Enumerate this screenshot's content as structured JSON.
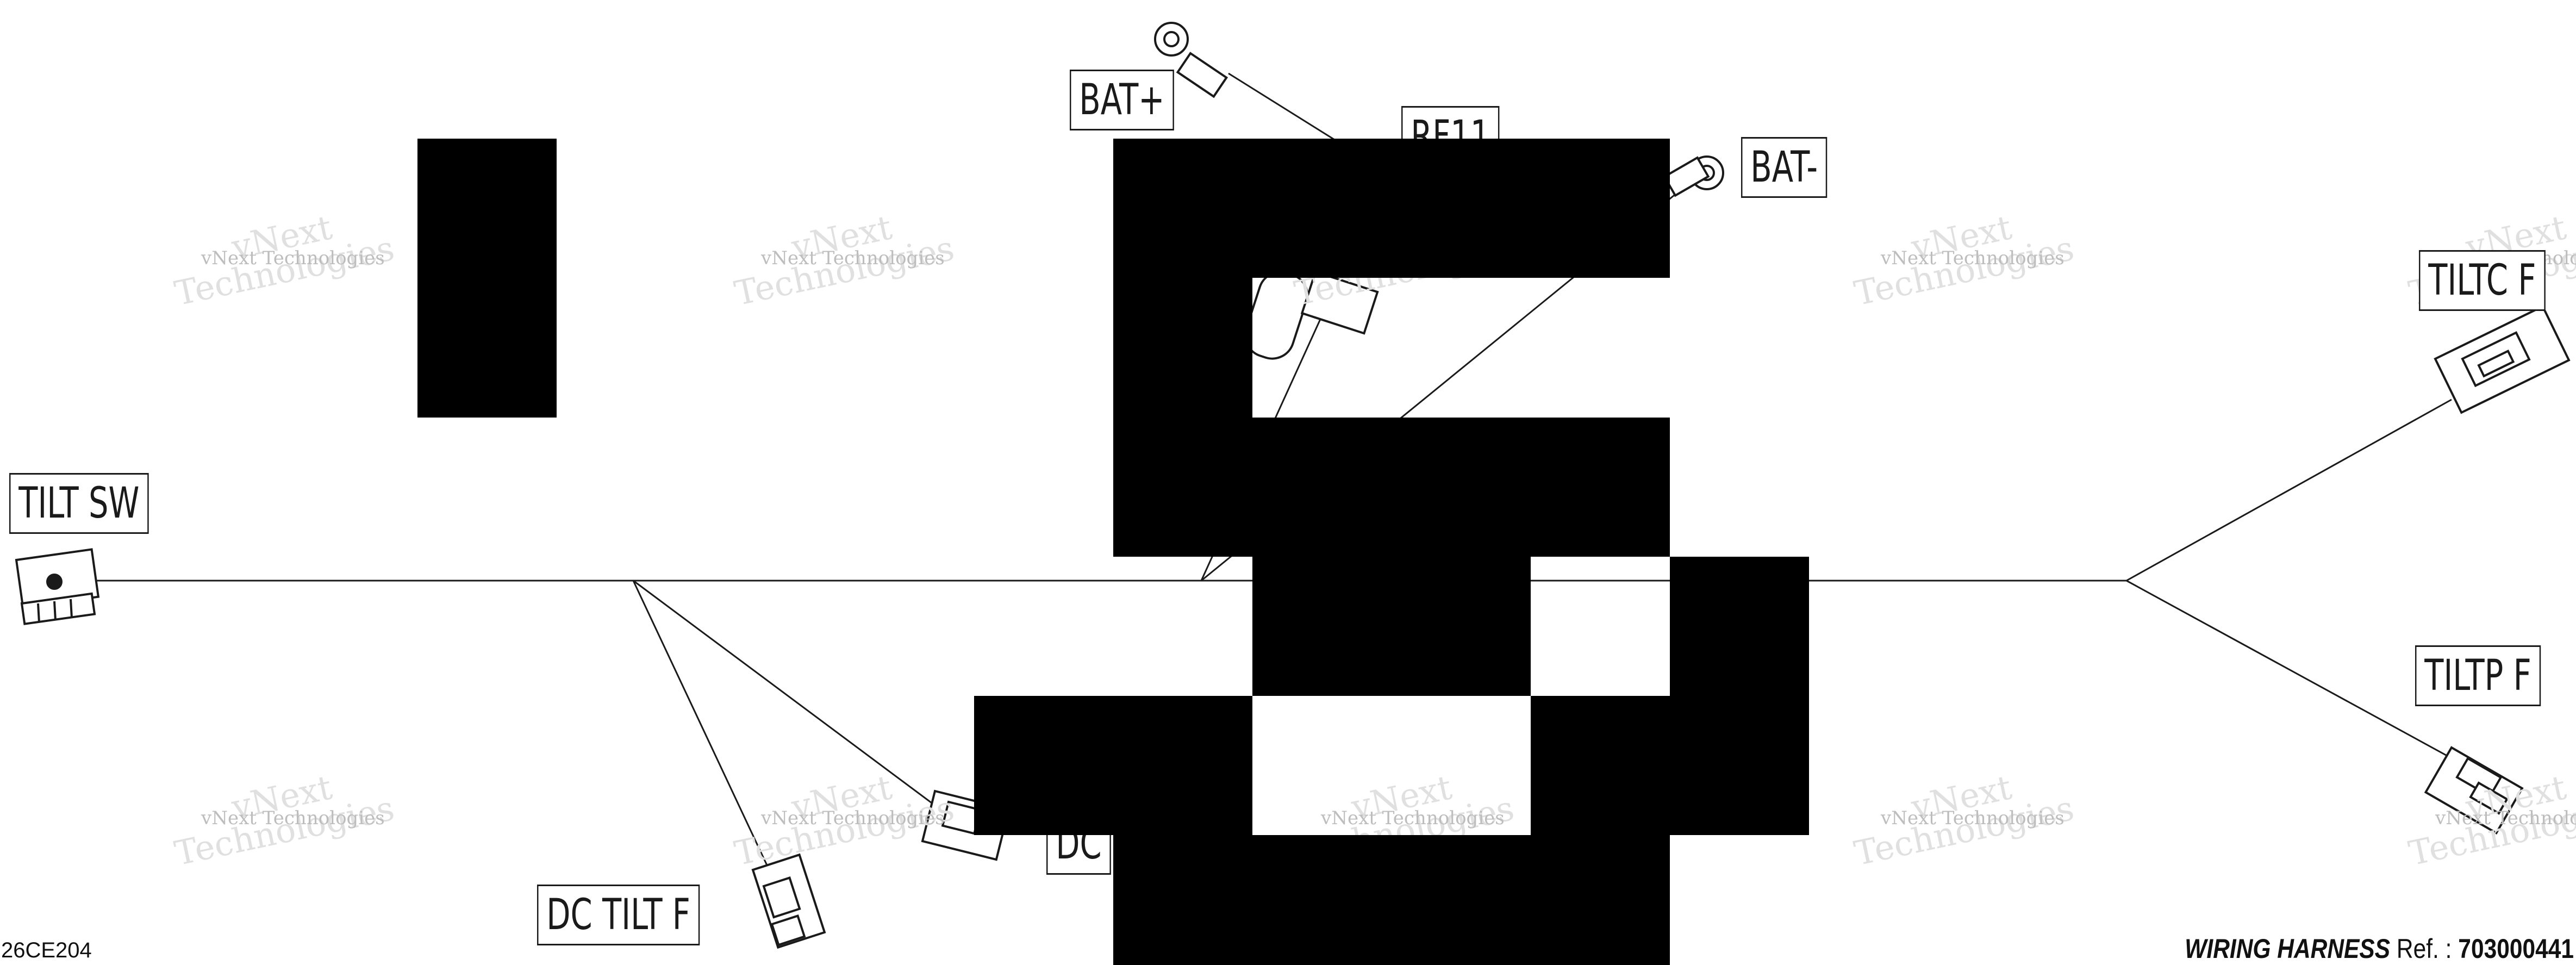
{
  "labels": {
    "bat_plus": "BAT+",
    "rf11": "RF11",
    "bat_minus": "BAT-",
    "tilt_sw": "TILT SW",
    "tiltc_f": "TILTC F",
    "tiltp_f": "TILTP F",
    "dc_tilt_f": "DC TILT F",
    "dc_partial": "DC"
  },
  "watermark": {
    "line1": "vNext Technologies",
    "line2": "Technologies",
    "line3": "vNext"
  },
  "footer": {
    "code": "26CE204",
    "title": "WIRING HARNESS",
    "ref_label": "Ref. :",
    "ref_number": "703000441"
  },
  "colors": {
    "ink": "#1a1a1a",
    "redaction": "#000000",
    "watermark": "#c8c8c8"
  }
}
